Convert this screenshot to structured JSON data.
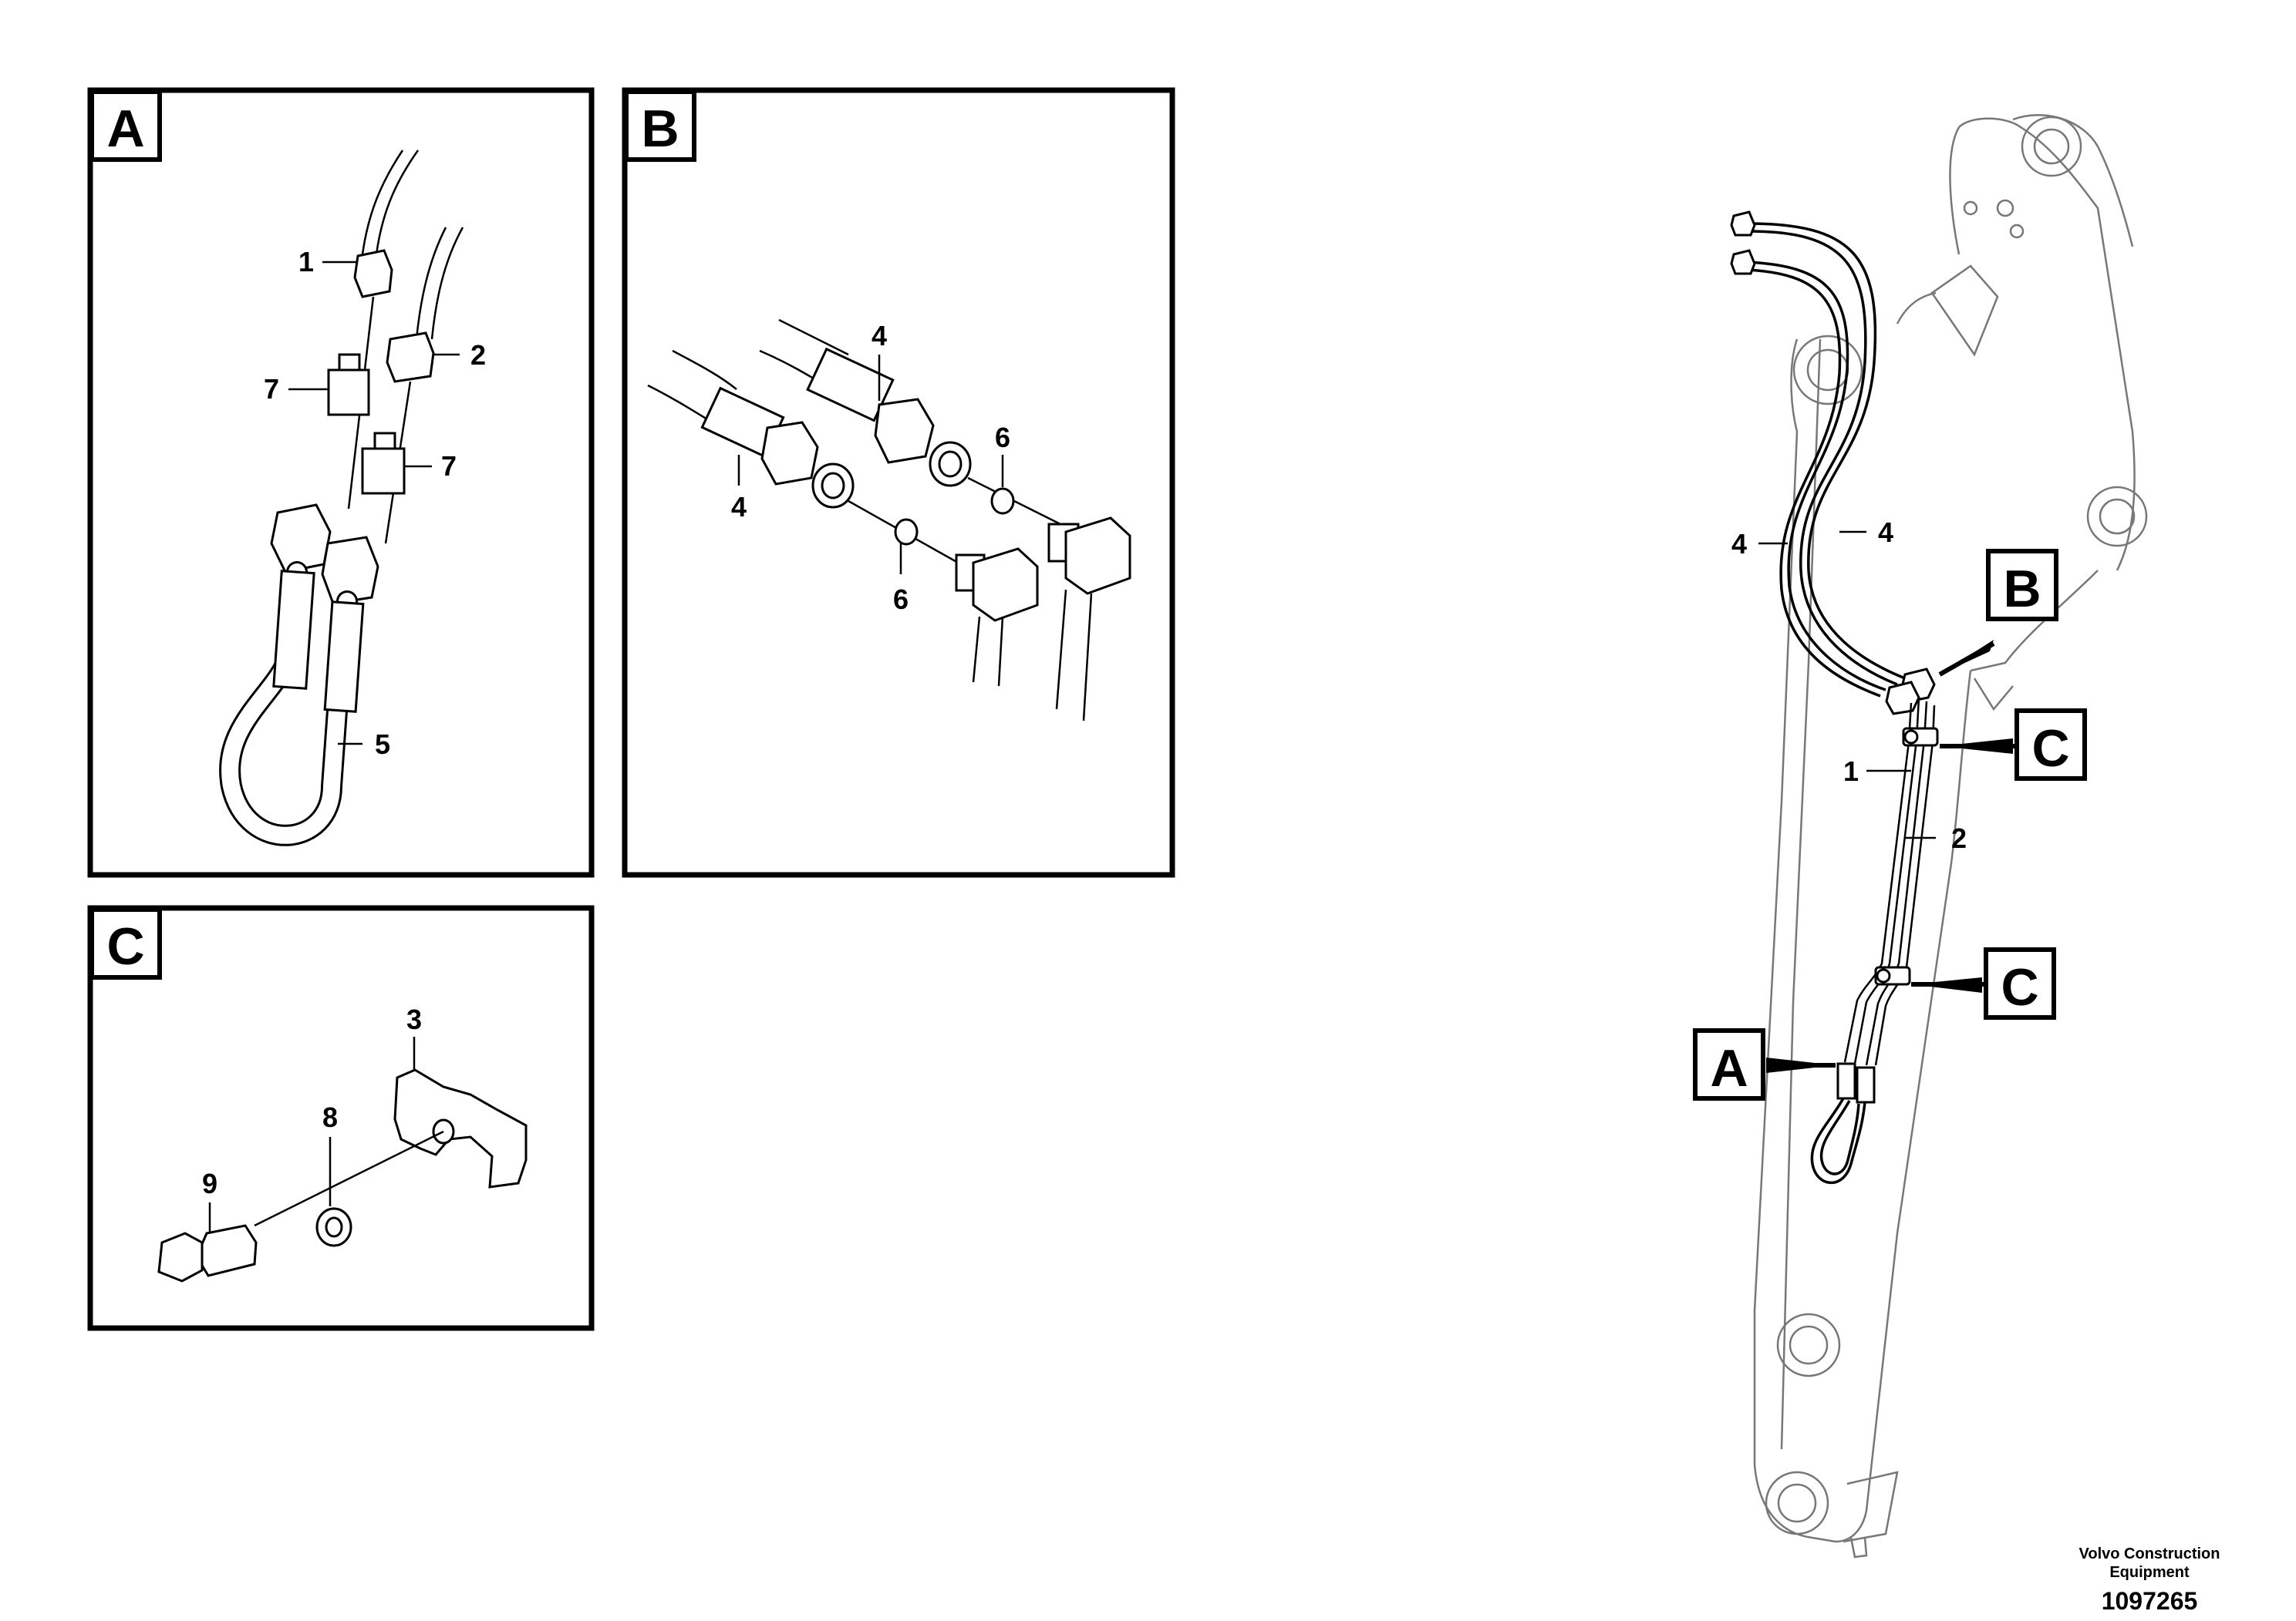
{
  "panels": [
    {
      "letter": "A",
      "callouts": [
        "1",
        "2",
        "7",
        "7",
        "5"
      ]
    },
    {
      "letter": "B",
      "callouts": [
        "4",
        "4",
        "6",
        "6"
      ]
    },
    {
      "letter": "C",
      "callouts": [
        "3",
        "8",
        "9"
      ]
    }
  ],
  "overview": {
    "callouts": [
      "4",
      "4",
      "1",
      "2"
    ],
    "detail_markers": [
      "B",
      "C",
      "C",
      "A"
    ]
  },
  "credit": {
    "line1": "Volvo Construction",
    "line2": "Equipment",
    "number": "1097265"
  }
}
